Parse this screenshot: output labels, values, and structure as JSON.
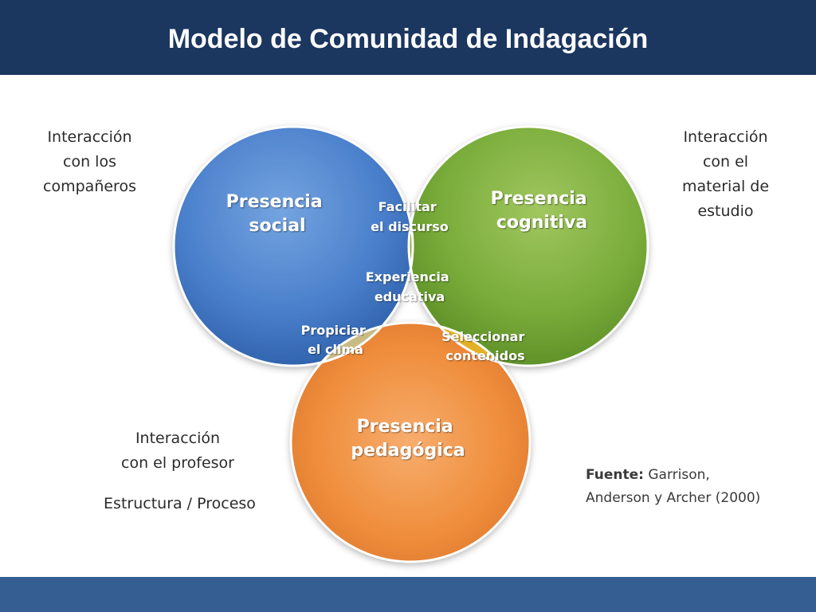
{
  "title": "Modelo de Comunidad de Indagación",
  "circles": {
    "social": {
      "lines": [
        "Presencia",
        "social"
      ],
      "color": "#4a7fcb"
    },
    "cognitive": {
      "lines": [
        "Presencia",
        "cognitiva"
      ],
      "color": "#79ac3a"
    },
    "teaching": {
      "lines": [
        "Presencia",
        "pedagógica"
      ],
      "color": "#ef8e3c"
    }
  },
  "overlaps": {
    "social_cognitive": {
      "lines": [
        "Facilitar",
        "el discurso"
      ],
      "color": "#98a642"
    },
    "social_teaching": {
      "lines": [
        "Propiciar",
        "el clima"
      ],
      "color": "#c9bb86"
    },
    "cognitive_teaching": {
      "lines": [
        "Seleccionar",
        "contenidos"
      ],
      "color": "#e3b127"
    },
    "center": {
      "lines": [
        "Experiencia",
        "educativa"
      ],
      "color": "#8b71b4"
    }
  },
  "notes": {
    "left_top": [
      "Interacción",
      "con los",
      "compañeros"
    ],
    "right_top": [
      "Interacción",
      "con el",
      "material de",
      "estudio"
    ],
    "left_bottom": [
      "Interacción",
      "con el profesor"
    ],
    "structure": "Estructura / Proceso"
  },
  "source": {
    "label": "Fuente:",
    "text_line1": " Garrison,",
    "text_line2": "Anderson y Archer (2000)"
  }
}
